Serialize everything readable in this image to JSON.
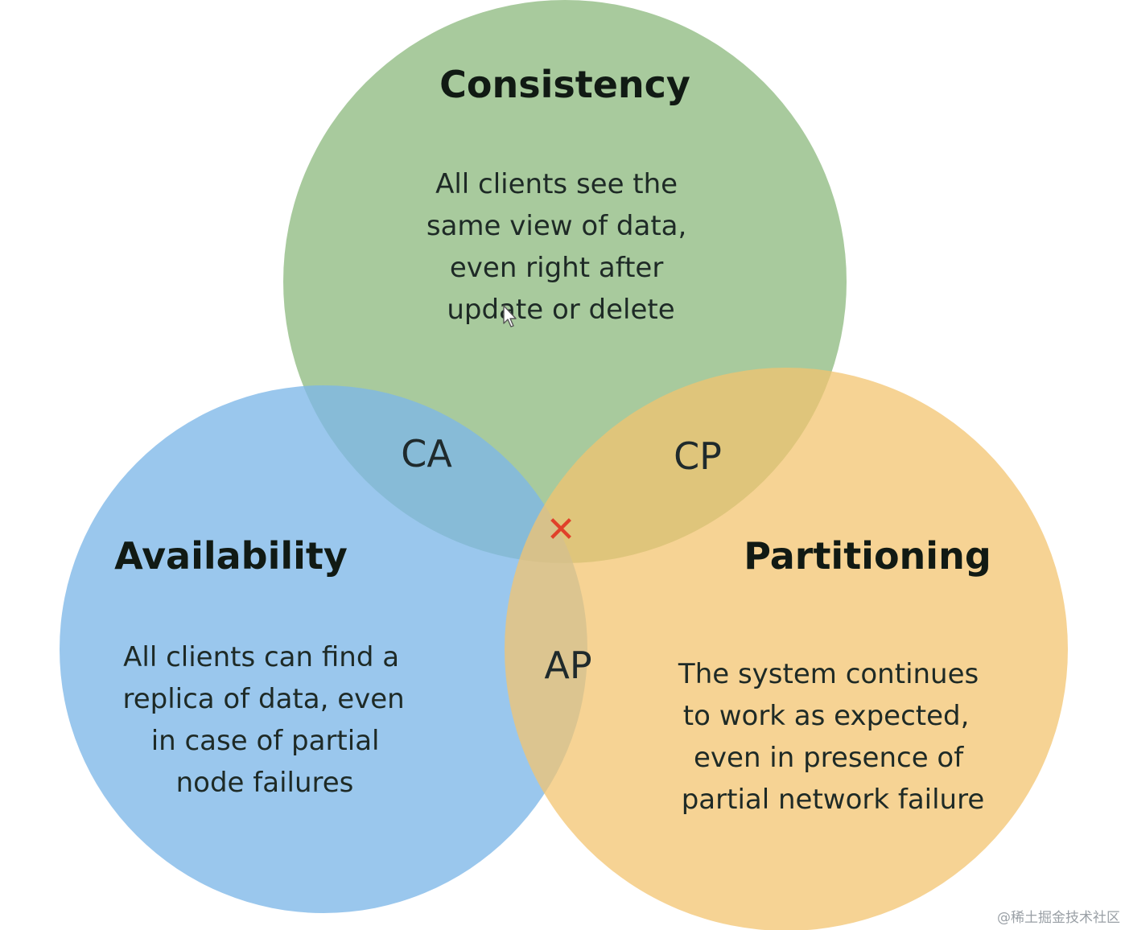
{
  "diagram": {
    "circles": [
      {
        "id": "consistency",
        "title": "Consistency",
        "description": [
          "All clients see the",
          "same view of data,",
          "even right after",
          "update or delete"
        ],
        "color": "#8fbb82"
      },
      {
        "id": "availability",
        "title": "Availability",
        "description": [
          "All clients can find a",
          "replica of data, even",
          "in case of partial",
          "node failures"
        ],
        "color": "#7db7e8"
      },
      {
        "id": "partitioning",
        "title": "Partitioning",
        "description": [
          "The system continues",
          "to work as expected,",
          "even in presence of",
          "partial network failure"
        ],
        "color": "#f3c46e"
      }
    ],
    "overlaps": {
      "ca": "CA",
      "cp": "CP",
      "ap": "AP",
      "center_mark": "✕"
    },
    "center_mark_color": "#e0402a"
  },
  "watermark": "@稀土掘金技术社区",
  "icons": {
    "cursor": "mouse-pointer-icon"
  }
}
